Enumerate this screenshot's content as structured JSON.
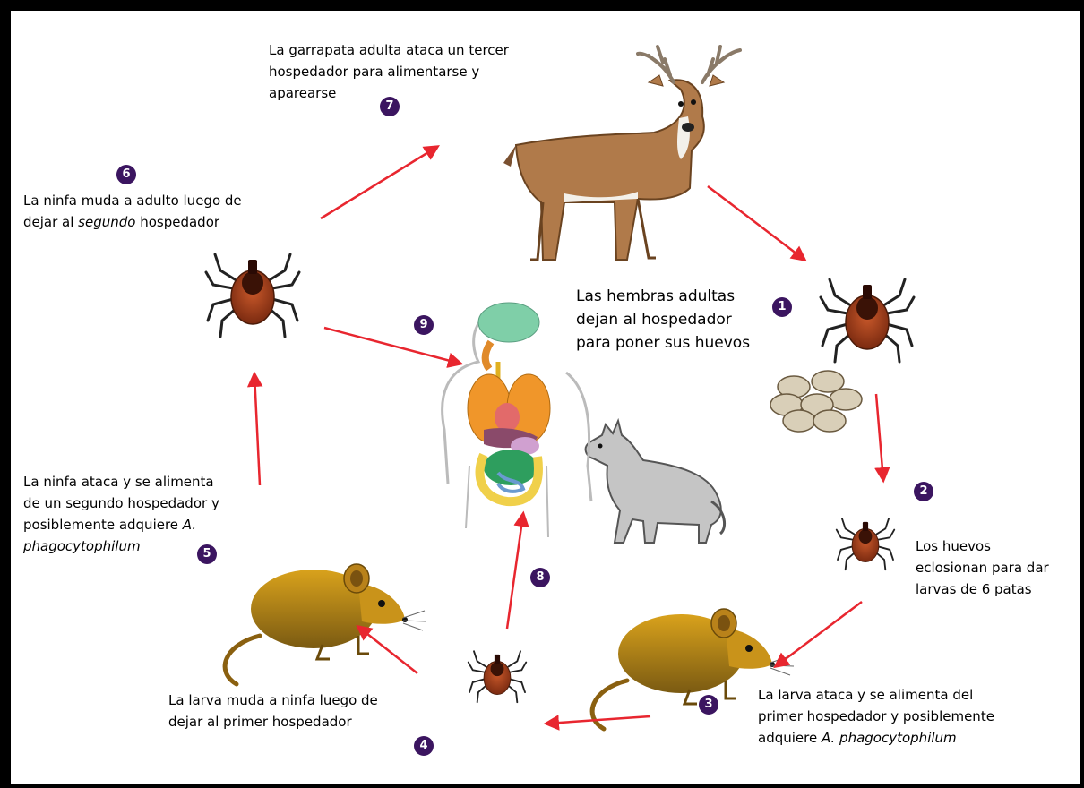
{
  "steps": [
    {
      "num": "1",
      "lines": [
        {
          "t": "Las hembras adultas"
        },
        {
          "t": "dejan al hospedador"
        },
        {
          "t": "para poner sus huevos"
        }
      ]
    },
    {
      "num": "2",
      "lines": [
        {
          "t": "Los huevos"
        },
        {
          "t": "eclosionan para dar"
        },
        {
          "t": "larvas de 6 patas"
        }
      ]
    },
    {
      "num": "3",
      "lines": [
        {
          "t": "La larva ataca y se alimenta del"
        },
        {
          "t": "primer hospedador y posiblemente"
        },
        {
          "t": "adquiere ",
          "it": "A. phagocytophilum"
        }
      ]
    },
    {
      "num": "4",
      "lines": [
        {
          "t": "La larva muda a ninfa luego de"
        },
        {
          "t": "dejar al primer hospedador"
        }
      ]
    },
    {
      "num": "5",
      "lines": [
        {
          "t": "La ninfa ataca y se alimenta"
        },
        {
          "t": "de un segundo hospedador y"
        },
        {
          "t": "posiblemente adquiere ",
          "it": "A."
        },
        {
          "t": "",
          "it": "phagocytophilum"
        }
      ]
    },
    {
      "num": "6",
      "lines": [
        {
          "t": "La ninfa muda a adulto luego de"
        },
        {
          "t": "dejar al ",
          "it": "segundo",
          "after": " hospedador"
        }
      ]
    },
    {
      "num": "7",
      "lines": [
        {
          "t": "La garrapata adulta ataca un tercer"
        },
        {
          "t": "hospedador para alimentarse y"
        },
        {
          "t": "aparearse"
        }
      ]
    },
    {
      "num": "8",
      "lines": []
    },
    {
      "num": "9",
      "lines": []
    }
  ],
  "colors": {
    "badge": "#3b1560",
    "arrow": "#e8262f",
    "tick": "#a8401a",
    "rodent": "#b8860b",
    "deer": "#b07a4a"
  },
  "icons": [
    "deer-icon",
    "tick-icon",
    "eggs-icon",
    "mouse-icon",
    "wolf-icon",
    "human-anatomy-icon"
  ]
}
